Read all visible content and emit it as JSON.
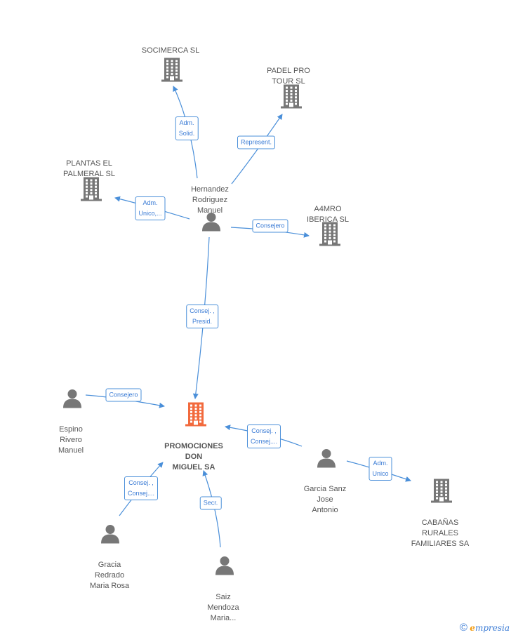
{
  "nodes": {
    "socimerca": {
      "label": "SOCIMERCA SL",
      "type": "company"
    },
    "padel": {
      "label": "PADEL PRO\nTOUR SL",
      "type": "company"
    },
    "plantas": {
      "label": "PLANTAS EL\nPALMERAL SL",
      "type": "company"
    },
    "a4mro": {
      "label": "A4MRO\nIBERICA SL",
      "type": "company"
    },
    "hernandez": {
      "label": "Hernandez\nRodriguez\nManuel",
      "type": "person"
    },
    "promociones": {
      "label": "PROMOCIONES\nDON\nMIGUEL SA",
      "type": "company-main"
    },
    "espino": {
      "label": "Espino\nRivero\nManuel",
      "type": "person"
    },
    "garcia_sanz": {
      "label": "Garcia Sanz\nJose\nAntonio",
      "type": "person"
    },
    "cabanas": {
      "label": "CABAÑAS\nRURALES\nFAMILIARES SA",
      "type": "company"
    },
    "gracia": {
      "label": "Gracia\nRedrado\nMaria Rosa",
      "type": "person"
    },
    "saiz": {
      "label": "Saiz\nMendoza\nMaria...",
      "type": "person"
    }
  },
  "edges": {
    "hernandez_socimerca": "Adm.\nSolid.",
    "hernandez_padel": "Represent.",
    "hernandez_plantas": "Adm.\nUnico,...",
    "hernandez_a4mro": "Consejero",
    "hernandez_promociones": "Consej. ,\nPresid.",
    "espino_promociones": "Consejero",
    "garcia_sanz_promociones": "Consej. ,\nConsej....",
    "garcia_sanz_cabanas": "Adm.\nUnico",
    "gracia_promociones": "Consej. ,\nConsej....",
    "saiz_promociones": "Secr."
  },
  "colors": {
    "edge": "#4a8fd9",
    "icon": "#777777",
    "main_icon": "#f26a3d"
  },
  "footer": {
    "copyright": "©",
    "brand_initial": "e",
    "brand_rest": "mpresia"
  }
}
